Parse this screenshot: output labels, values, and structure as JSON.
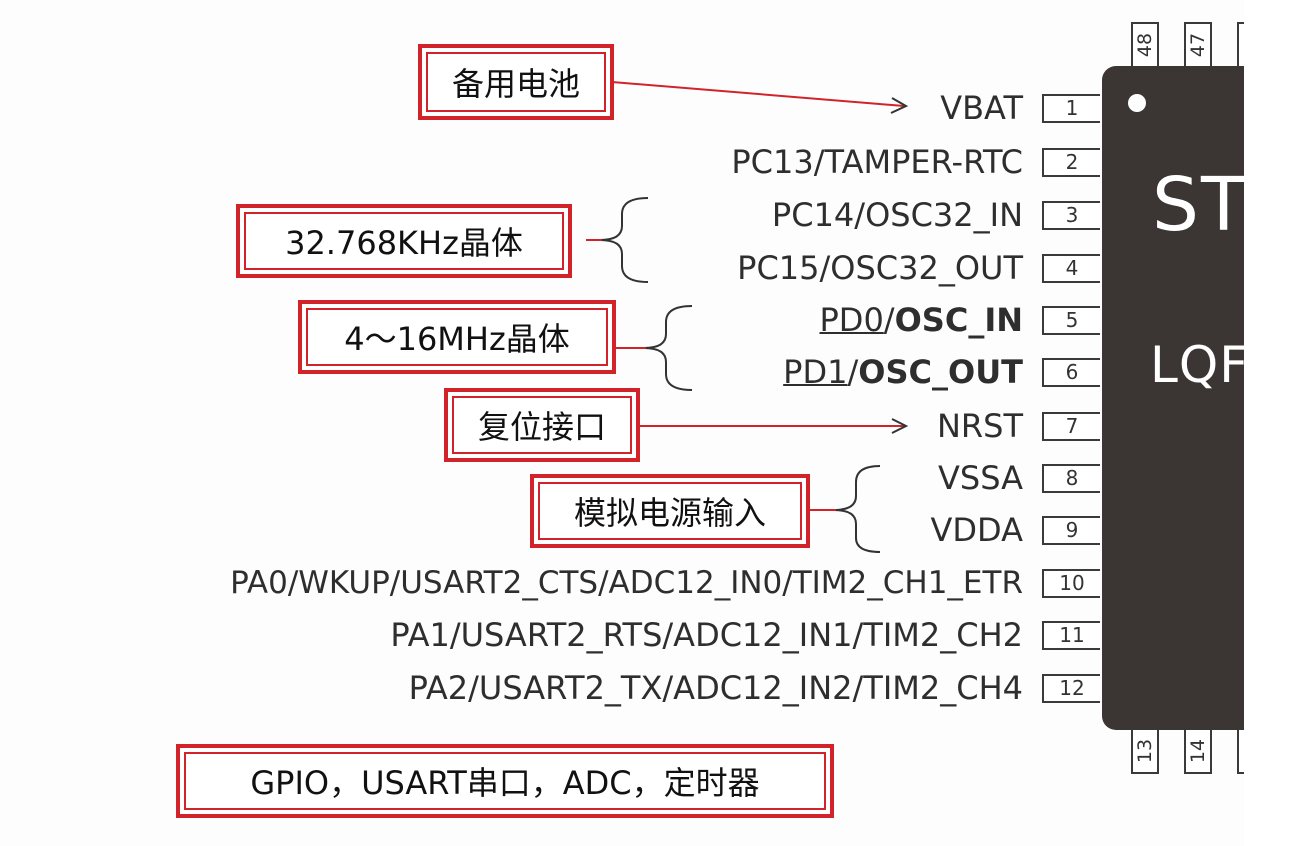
{
  "chip": {
    "brand_text": "ST",
    "package_text": "LQF",
    "body_color": "#3b3533"
  },
  "colors": {
    "annotation": "#d2232a",
    "pin_border": "#3a3a3a",
    "label_text": "#2e2e2e"
  },
  "pins": [
    {
      "number": "1",
      "label": "VBAT"
    },
    {
      "number": "2",
      "label": "PC13/TAMPER-RTC"
    },
    {
      "number": "3",
      "label": "PC14/OSC32_IN"
    },
    {
      "number": "4",
      "label": "PC15/OSC32_OUT"
    },
    {
      "number": "5",
      "label_parts": [
        "PD0",
        "/",
        "OSC_IN"
      ]
    },
    {
      "number": "6",
      "label_parts": [
        "PD1",
        "/",
        "OSC_OUT"
      ]
    },
    {
      "number": "7",
      "label": "NRST"
    },
    {
      "number": "8",
      "label": "VSSA"
    },
    {
      "number": "9",
      "label": "VDDA"
    },
    {
      "number": "10",
      "label": "PA0/WKUP/USART2_CTS/ADC12_IN0/TIM2_CH1_ETR"
    },
    {
      "number": "11",
      "label": "PA1/USART2_RTS/ADC12_IN1/TIM2_CH2"
    },
    {
      "number": "12",
      "label": "PA2/USART2_TX/ADC12_IN2/TIM2_CH4"
    }
  ],
  "top_pins": [
    "48",
    "47",
    ""
  ],
  "bottom_pins": [
    "13",
    "14",
    ""
  ],
  "annotations": {
    "backup_battery": "备用电池",
    "crystal_32k": "32.768KHz晶体",
    "crystal_hse": "4～16MHz晶体",
    "reset": "复位接口",
    "analog_power": "模拟电源输入",
    "peripherals": "GPIO，USART串口，ADC，定时器"
  }
}
